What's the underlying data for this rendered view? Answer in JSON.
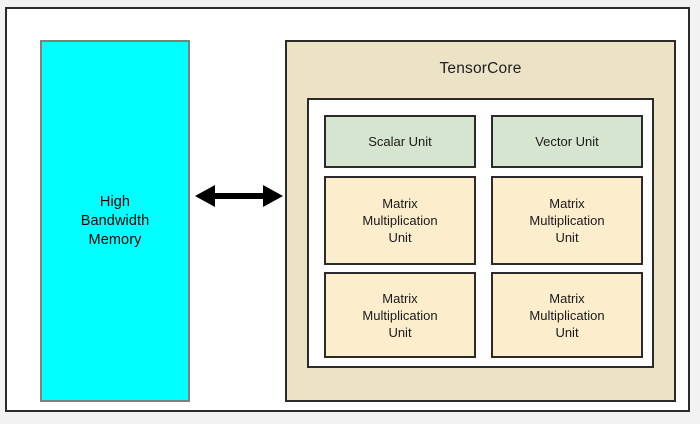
{
  "diagram": {
    "title": "TensorCore",
    "memory_block": {
      "name": "High Bandwidth Memory",
      "lines": [
        "High",
        "Bandwidth",
        "Memory"
      ],
      "color": "#00ffff",
      "border_color": "#808080"
    },
    "connector": {
      "name": "bidirectional-arrow",
      "direction": "both",
      "color": "#000000"
    },
    "panel": {
      "label": "TensorCore",
      "color": "#ece2c6",
      "border_color": "#2b2b2b"
    },
    "units": [
      {
        "id": "scalar-unit",
        "lines": [
          "Scalar Unit"
        ],
        "type": "green",
        "color": "#d6e5d0",
        "row": "top",
        "col": "left"
      },
      {
        "id": "vector-unit",
        "lines": [
          "Vector Unit"
        ],
        "type": "green",
        "color": "#d6e5d0",
        "row": "top",
        "col": "right"
      },
      {
        "id": "matrix-multiplication-unit-1",
        "lines": [
          "Matrix",
          "Multiplication",
          "Unit"
        ],
        "type": "cream",
        "color": "#fcedcd",
        "row": "mid",
        "col": "left"
      },
      {
        "id": "matrix-multiplication-unit-2",
        "lines": [
          "Matrix",
          "Multiplication",
          "Unit"
        ],
        "type": "cream",
        "color": "#fcedcd",
        "row": "mid",
        "col": "right"
      },
      {
        "id": "matrix-multiplication-unit-3",
        "lines": [
          "Matrix",
          "Multiplication",
          "Unit"
        ],
        "type": "cream",
        "color": "#fcedcd",
        "row": "bottom",
        "col": "left"
      },
      {
        "id": "matrix-multiplication-unit-4",
        "lines": [
          "Matrix",
          "Multiplication",
          "Unit"
        ],
        "type": "cream",
        "color": "#fcedcd",
        "row": "bottom",
        "col": "right"
      }
    ]
  }
}
